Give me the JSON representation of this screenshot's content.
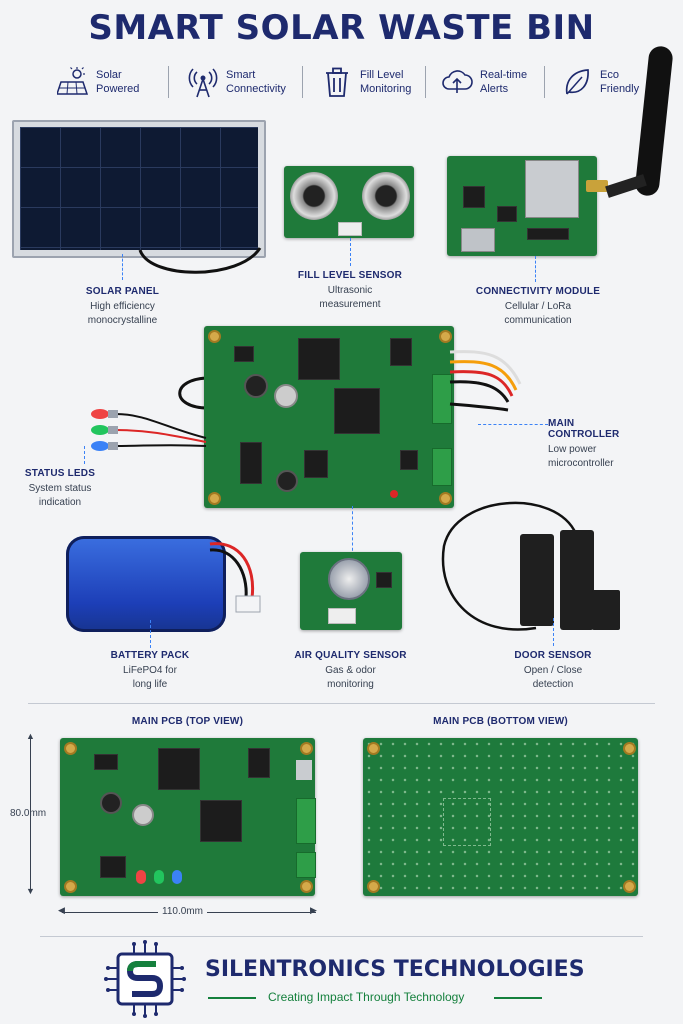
{
  "title": "SMART SOLAR WASTE BIN",
  "features": [
    {
      "icon": "solar-panel-icon",
      "label": "Solar\nPowered"
    },
    {
      "icon": "signal-tower-icon",
      "label": "Smart\nConnectivity"
    },
    {
      "icon": "trash-bin-icon",
      "label": "Fill Level\nMonitoring"
    },
    {
      "icon": "cloud-alert-icon",
      "label": "Real-time\nAlerts"
    },
    {
      "icon": "leaf-icon",
      "label": "Eco\nFriendly"
    }
  ],
  "components": {
    "solar_panel": {
      "name": "SOLAR PANEL",
      "desc": "High efficiency\nmonocrystalline"
    },
    "fill_sensor": {
      "name": "FILL LEVEL SENSOR",
      "desc": "Ultrasonic\nmeasurement"
    },
    "connectivity": {
      "name": "CONNECTIVITY MODULE",
      "desc": "Cellular / LoRa\ncommunication"
    },
    "controller": {
      "name": "MAIN CONTROLLER",
      "desc": "Low power\nmicrocontroller"
    },
    "leds": {
      "name": "STATUS LEDS",
      "desc": "System status\nindication"
    },
    "battery": {
      "name": "BATTERY PACK",
      "desc": "LiFePO4 for\nlong life"
    },
    "air_sensor": {
      "name": "AIR QUALITY SENSOR",
      "desc": "Gas & odor\nmonitoring"
    },
    "door_sensor": {
      "name": "DOOR SENSOR",
      "desc": "Open / Close\ndetection"
    }
  },
  "pcb_views": {
    "top_label": "MAIN PCB (TOP VIEW)",
    "bottom_label": "MAIN PCB (BOTTOM VIEW)",
    "height_dim": "80.0mm",
    "width_dim": "110.0mm"
  },
  "footer": {
    "company": "SILENTRONICS TECHNOLOGIES",
    "tagline": "Creating Impact Through Technology"
  },
  "colors": {
    "navy": "#1e2a6e",
    "pcb_green": "#1f7a3a",
    "accent_blue": "#3b82f6",
    "tag_green": "#15803d"
  }
}
